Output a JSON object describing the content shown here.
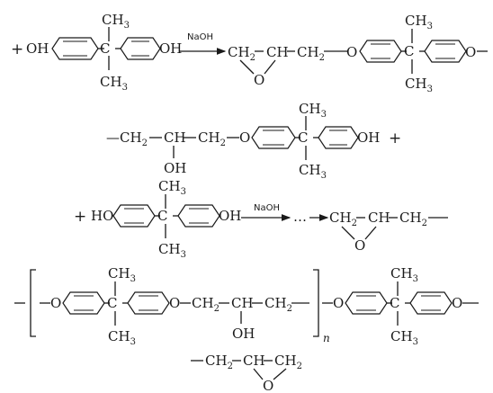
{
  "labels": {
    "plus": "+",
    "oh": "OH",
    "ho": "HO",
    "ch3": "CH",
    "three": "3",
    "c": "C",
    "o": "O",
    "oh_sub": "OH",
    "naoh": "NaOH",
    "ch2": "CH",
    "two": "2",
    "ch": "CH",
    "dash": "—",
    "dots": "…",
    "n": "n",
    "arrow": "→"
  },
  "row1": {
    "left_plus": "+",
    "left_oh": "OH",
    "right_oh": "OH",
    "reagent": "NaOH",
    "epoxy_ch2_left": "CH",
    "epoxy_ch": "CH",
    "epoxy_ch2_right": "CH",
    "epoxy_o": "O",
    "link_o": "O",
    "end_o": "O"
  },
  "row2": {
    "lead_ch2": "—CH",
    "mid_ch": "CH",
    "tail_ch2": "CH",
    "oh_group": "OH",
    "link_o": "O",
    "end_oh": "OH",
    "plus": "+"
  },
  "row3": {
    "lead_plus": "+",
    "ho": "HO",
    "oh": "OH",
    "reagent": "NaOH",
    "dots": "…",
    "ch2_left": "CH",
    "ch": "CH",
    "ch2_right": "CH",
    "epoxy_o": "O"
  },
  "row4": {
    "lead_o": "O",
    "link_o": "O",
    "ch2_a": "CH",
    "ch": "CH",
    "ch2_b": "CH",
    "oh_group": "OH",
    "repeat_n": "n",
    "link_o2": "O",
    "end_o": "O"
  },
  "row5": {
    "ch2_a": "CH",
    "ch": "CH",
    "ch2_b": "CH",
    "epoxy_o": "O"
  }
}
